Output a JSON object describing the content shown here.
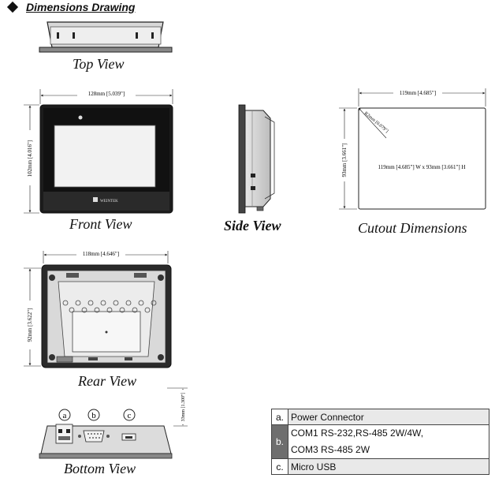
{
  "header": {
    "title": "Dimensions Drawing"
  },
  "views": {
    "top": {
      "caption": "Top View"
    },
    "front": {
      "caption": "Front View",
      "width_label": "128mm [5.039\"]",
      "height_label": "102mm [4.016\"]",
      "logo_text": "WEINTEK"
    },
    "side": {
      "caption": "Side View"
    },
    "cutout": {
      "caption": "Cutout Dimensions",
      "width_label": "119mm [4.685\"]",
      "height_label": "93mm [3.661\"]",
      "radius_label": "R2mm [0.079\"]",
      "center_label": "119mm [4.685\"] W x 93mm [3.661\"] H"
    },
    "rear": {
      "caption": "Rear View",
      "width_label": "118mm [4.646\"]",
      "height_label": "92mm [3.622\"]"
    },
    "bottom": {
      "caption": "Bottom View",
      "depth_label": "33mm [1.300\"]",
      "markers": [
        "a",
        "b",
        "c"
      ]
    }
  },
  "legend": [
    {
      "key": "a.",
      "lines": [
        "Power Connector"
      ]
    },
    {
      "key": "b.",
      "lines": [
        "COM1 RS-232,RS-485 2W/4W,",
        "COM3 RS-485 2W"
      ]
    },
    {
      "key": "c.",
      "lines": [
        "Micro USB"
      ]
    }
  ]
}
